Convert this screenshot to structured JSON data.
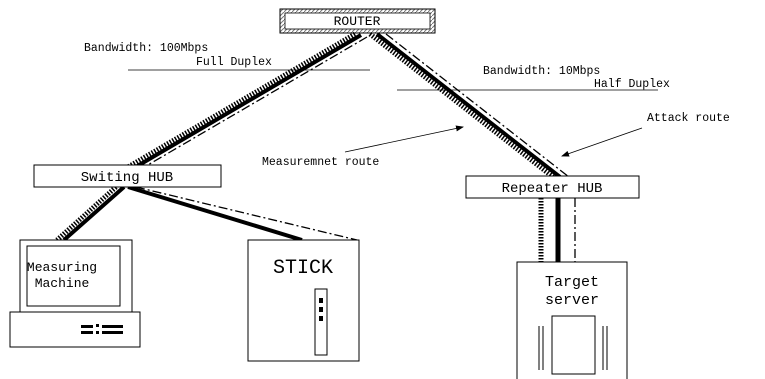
{
  "nodes": {
    "router": "ROUTER",
    "switching_hub": "Switing HUB",
    "repeater_hub": "Repeater HUB",
    "measuring_machine_line1": "Measuring",
    "measuring_machine_line2": "Machine",
    "stick": "STICK",
    "target_server_line1": "Target",
    "target_server_line2": "server"
  },
  "labels": {
    "left_bandwidth": "Bandwidth: 100Mbps",
    "left_duplex": "Full Duplex",
    "right_bandwidth": "Bandwidth: 10Mbps",
    "right_duplex": "Half Duplex",
    "attack_route": "Attack route",
    "measurement_route": "Measuremnet route"
  }
}
